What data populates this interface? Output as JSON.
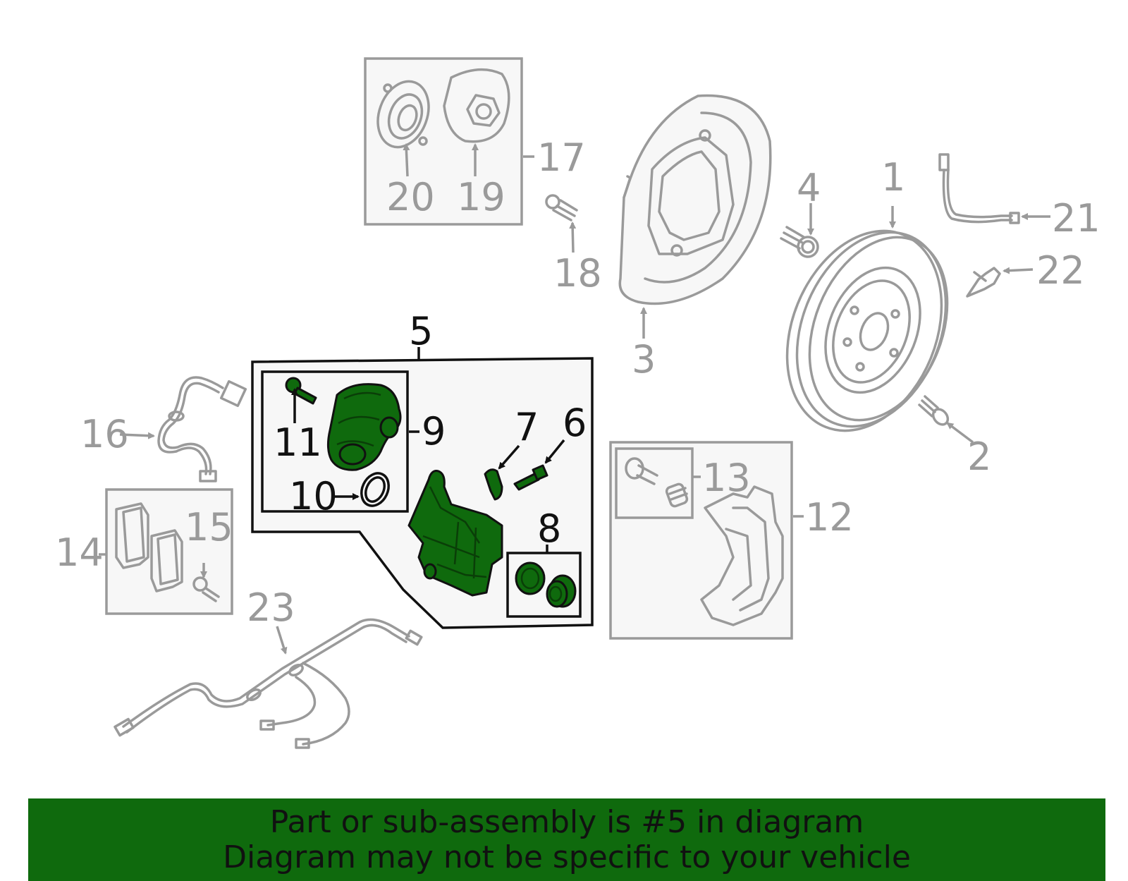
{
  "labels": {
    "l1": "1",
    "l2": "2",
    "l3": "3",
    "l4": "4",
    "l5": "5",
    "l6": "6",
    "l7": "7",
    "l8": "8",
    "l9": "9",
    "l10": "10",
    "l11": "11",
    "l12": "12",
    "l13": "13",
    "l14": "14",
    "l15": "15",
    "l16": "16",
    "l17": "17",
    "l18": "18",
    "l19": "19",
    "l20": "20",
    "l21": "21",
    "l22": "22",
    "l23": "23"
  },
  "banner": {
    "line1": "Part or sub-assembly is #5 in diagram",
    "line2": "Diagram may not be specific to your vehicle"
  },
  "colors": {
    "highlight": "#0f6a0d",
    "banner": "#0f6a0d",
    "part_gray": "#9a9a9a"
  }
}
